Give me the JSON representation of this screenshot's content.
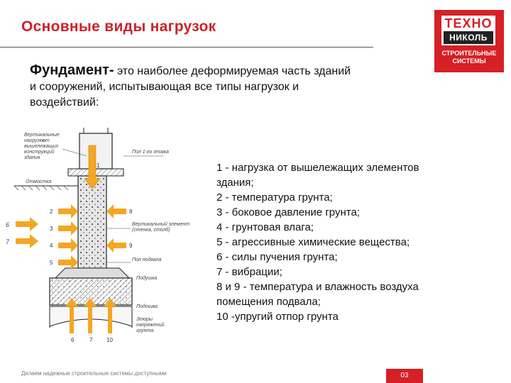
{
  "header": {
    "title": "Основные виды нагрузок"
  },
  "logo": {
    "line1": "ТЕХНО",
    "line2": "НИКОЛЬ",
    "sub1": "СТРОИТЕЛЬНЫЕ",
    "sub2": "СИСТЕМЫ",
    "accent": "#d71f26"
  },
  "intro": {
    "lead": "Фундамент-",
    "rest1": " это наиболее деформируемая часть зданий",
    "rest2": "и сооружений, испытывающая все типы нагрузок и",
    "rest3": "воздействий:"
  },
  "diagram": {
    "labels": {
      "vertical_load": [
        "Вертикальные",
        "нагрузки",
        "от",
        "вышележащих",
        "конструкций",
        "здания"
      ],
      "floor_level": "Пол 1-го этажа",
      "grade": "Отмостка",
      "vertical_element": [
        "Вертикальный элемент",
        "(стенка, столб)"
      ],
      "basement_floor": "Пол подвала",
      "slab": "Подушка",
      "footing": "Подошва",
      "diagram_soil": [
        "Эпюры",
        "напряжений",
        "грунта"
      ]
    },
    "numbers": [
      "1",
      "2",
      "3",
      "4",
      "5",
      "6",
      "7",
      "8",
      "9",
      "6",
      "7",
      "10"
    ],
    "arrow_color": "#f5a623"
  },
  "legend": [
    "1 - нагрузка от вышележащих элементов",
    "здания;",
    "2 - температура грунта;",
    "3 - боковое давление грунта;",
    "4 - грунтовая влага;",
    "5 - агрессивные химические вещества;",
    "6 - силы пучения грунта;",
    "7 - вибрации;",
    "8 и 9 - температура и влажность воздуха",
    "помещения подвала;",
    "10 -упругий отпор грунта"
  ],
  "footer": {
    "text": "Делаем надежные строительные системы доступными",
    "page": "03"
  }
}
